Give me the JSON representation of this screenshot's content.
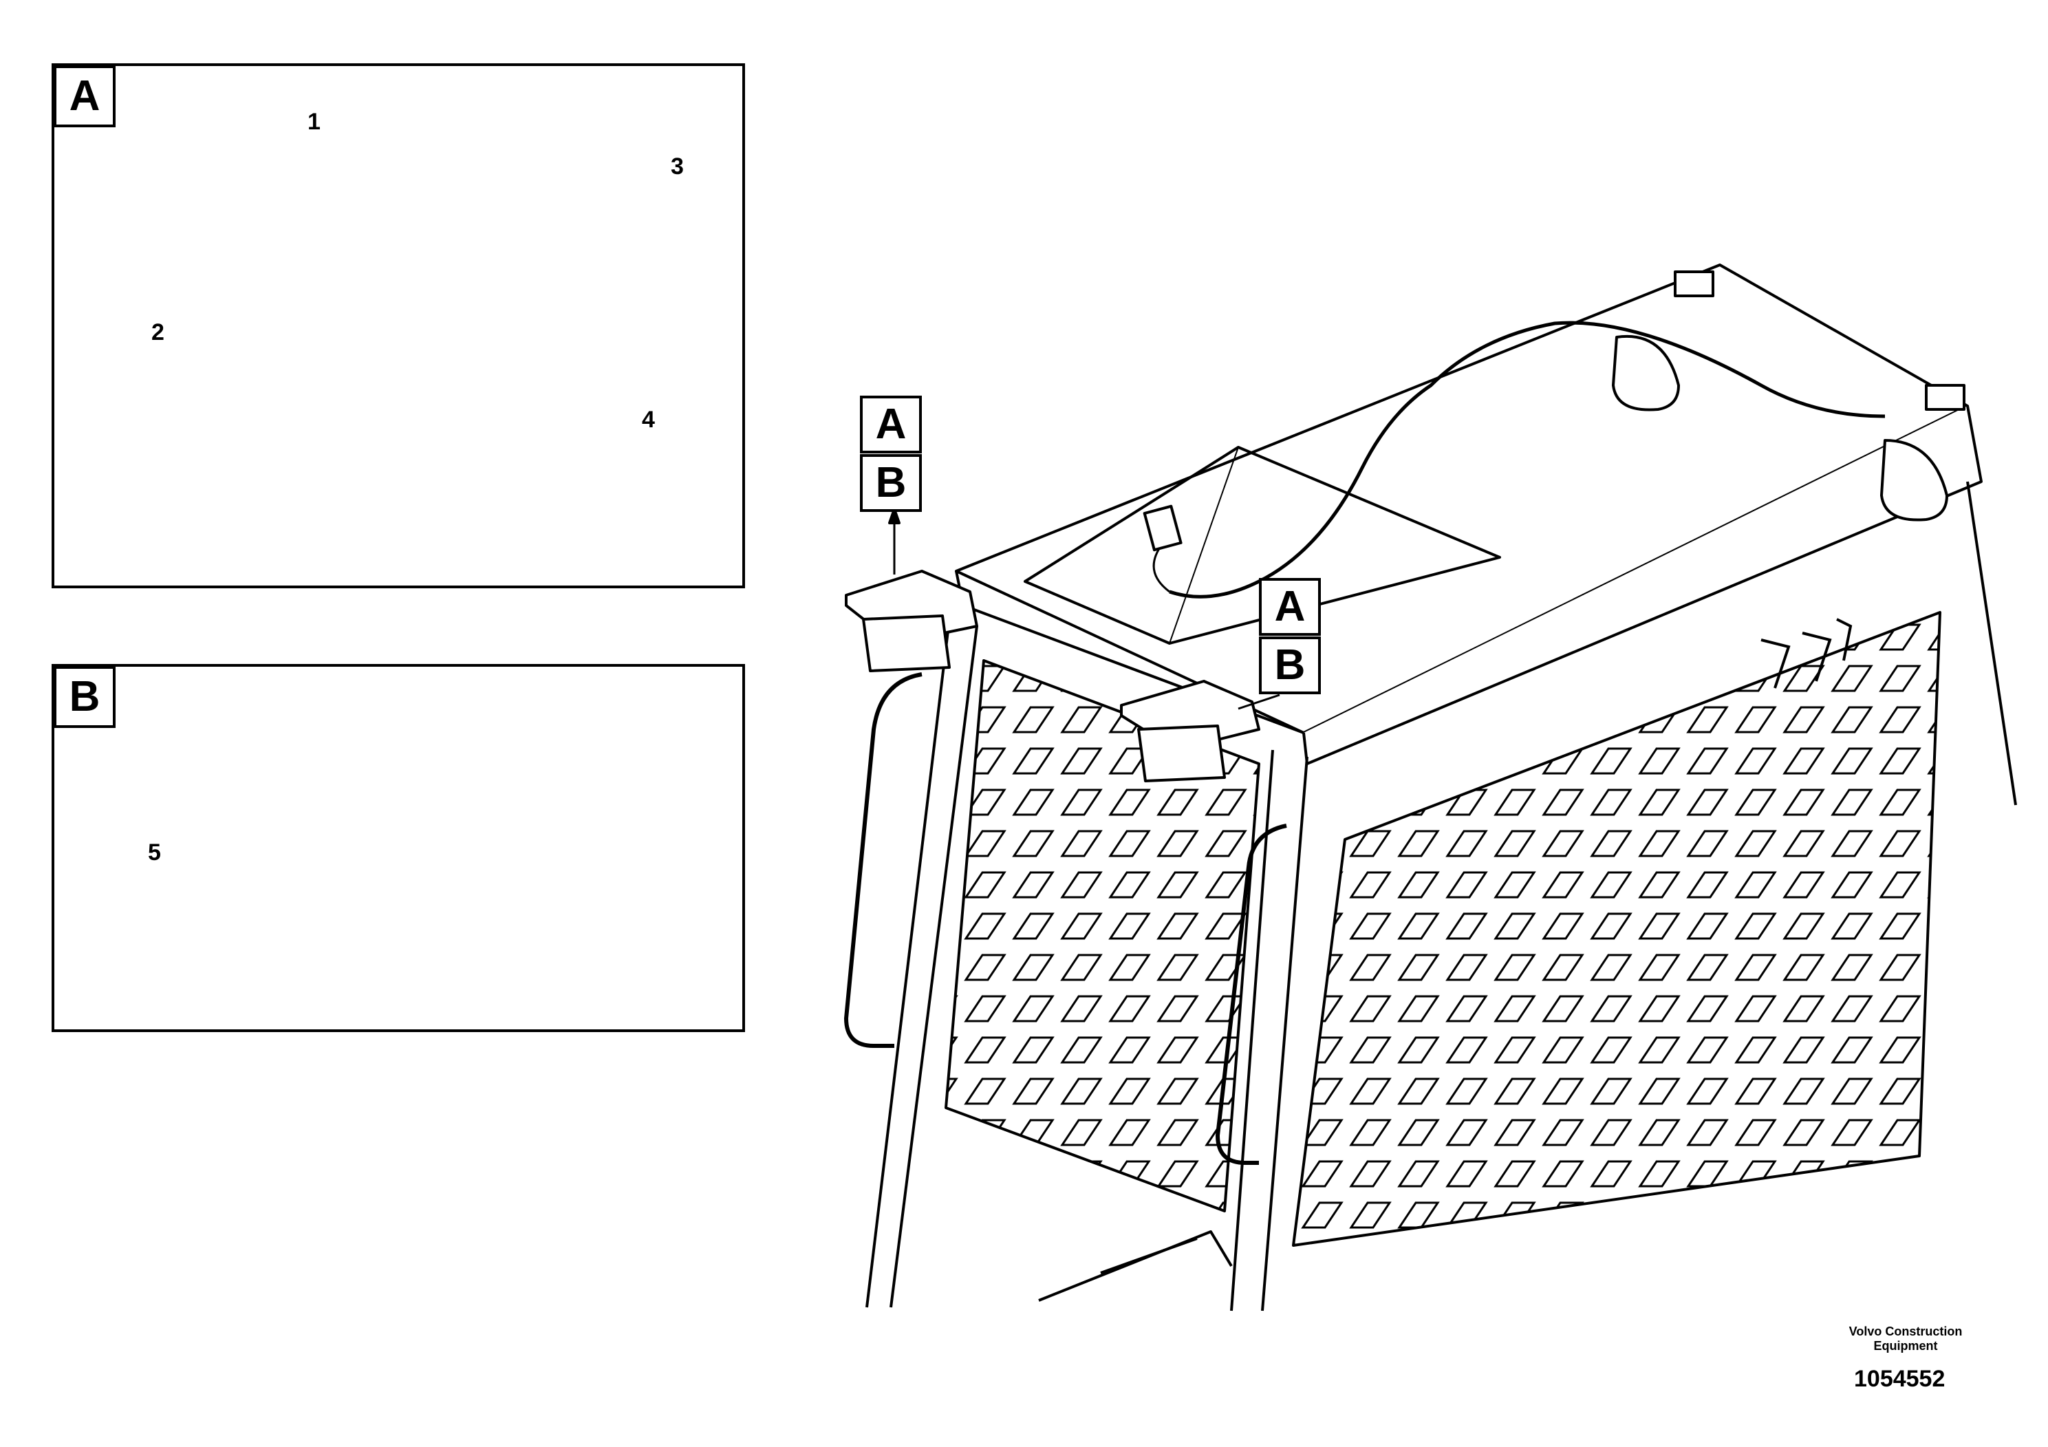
{
  "detail_a": {
    "tag": "A",
    "callouts": [
      "1",
      "2",
      "3",
      "4"
    ]
  },
  "detail_b": {
    "tag": "B",
    "callouts": [
      "5"
    ]
  },
  "overview_tags": [
    {
      "upper": "A",
      "lower": "B"
    },
    {
      "upper": "A",
      "lower": "B"
    }
  ],
  "footer": {
    "brand_line1": "Volvo Construction",
    "brand_line2": "Equipment",
    "drawing_number": "1054552"
  }
}
